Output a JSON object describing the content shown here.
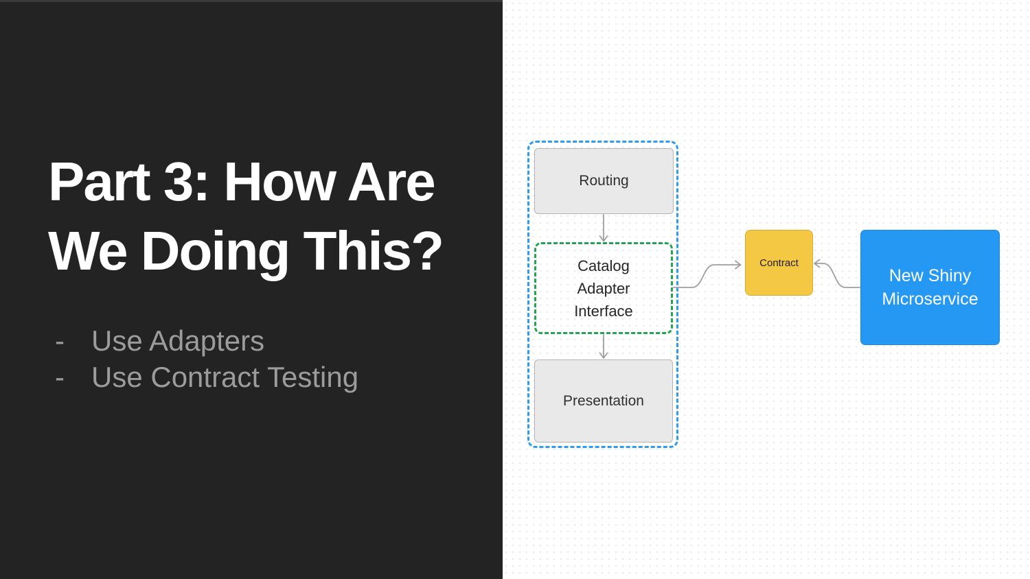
{
  "slide": {
    "title_lines": [
      "Part 3: How Are",
      "We Doing This?"
    ],
    "bullets": [
      {
        "marker": "-",
        "text": "Use Adapters"
      },
      {
        "marker": "-",
        "text": "Use Contract Testing"
      }
    ]
  },
  "diagram": {
    "nodes": {
      "routing": {
        "label": "Routing"
      },
      "catalog_adapter_interface": {
        "lines": [
          "Catalog",
          "Adapter",
          "Interface"
        ]
      },
      "presentation": {
        "label": "Presentation"
      },
      "contract": {
        "label": "Contract"
      },
      "new_shiny_microservice": {
        "lines": [
          "New Shiny",
          "Microservice"
        ]
      }
    },
    "arrows": [
      {
        "from": "routing",
        "to": "catalog_adapter_interface"
      },
      {
        "from": "catalog_adapter_interface",
        "to": "presentation"
      },
      {
        "from": "catalog_adapter_interface",
        "to": "contract"
      },
      {
        "from": "new_shiny_microservice",
        "to": "contract"
      }
    ],
    "colors": {
      "dark_panel": "#232323",
      "title_text": "#ffffff",
      "bullet_text": "#9c9c9c",
      "canvas_dot": "#e7e7e7",
      "group_dashed_blue": "#2d9bf0",
      "adapter_dashed_green": "#23a455",
      "gray_box_fill": "#e9e9e9",
      "gray_box_border": "#b3b3b3",
      "contract_fill": "#f5c843",
      "contract_border": "#dca730",
      "microservice_fill": "#2498f2",
      "microservice_text": "#ffffff",
      "arrow": "#9e9e9e"
    }
  }
}
